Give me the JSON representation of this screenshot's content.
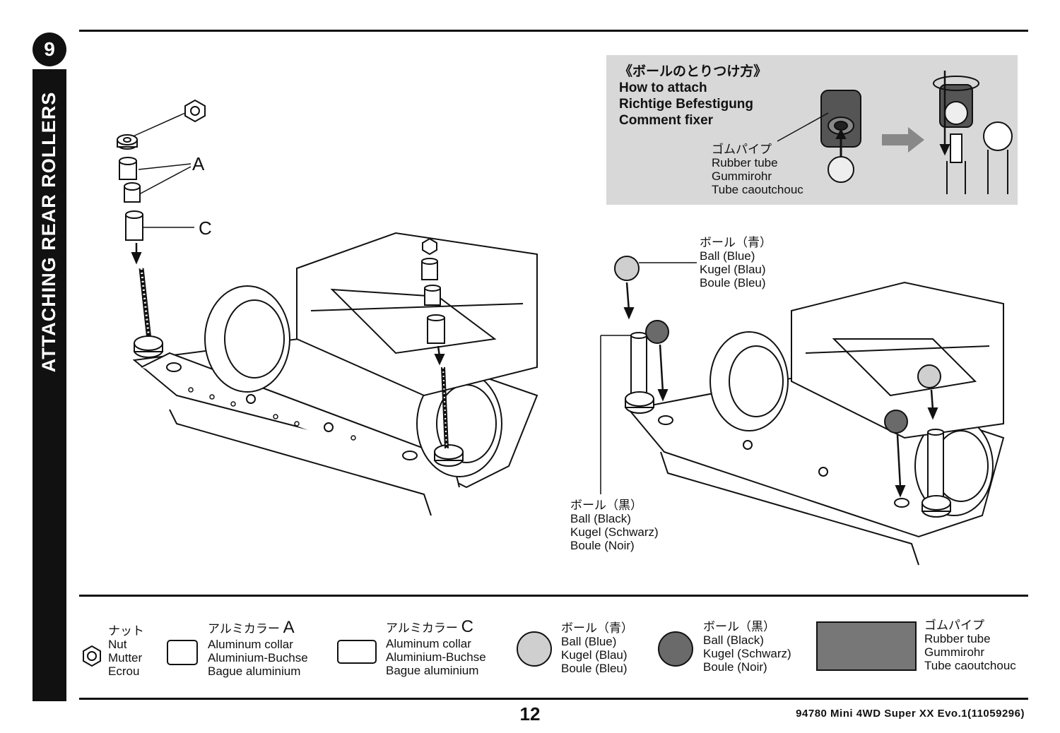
{
  "step": {
    "number": "9",
    "title": "ATTACHING REAR ROLLERS"
  },
  "ball_howto": {
    "title_jp": "《ボールのとりつけ方》",
    "title_en": "How to attach",
    "title_de": "Richtige Befestigung",
    "title_fr": "Comment fixer",
    "tube_jp": "ゴムパイプ",
    "tube_en": "Rubber tube",
    "tube_de": "Gummirohr",
    "tube_fr": "Tube caoutchouc"
  },
  "left_diagram": {
    "label_a": "A",
    "label_c": "C"
  },
  "right_diagram": {
    "blue_jp": "ボール（青）",
    "blue_en": "Ball (Blue)",
    "blue_de": "Kugel (Blau)",
    "blue_fr": "Boule (Bleu)",
    "black_jp": "ボール（黒）",
    "black_en": "Ball (Black)",
    "black_de": "Kugel (Schwarz)",
    "black_fr": "Boule (Noir)"
  },
  "legend": {
    "nut": {
      "jp": "ナット",
      "en": "Nut",
      "de": "Mutter",
      "fr": "Ecrou"
    },
    "collar_a": {
      "jp": "アルミカラー",
      "letter": "A",
      "en": "Aluminum collar",
      "de": "Aluminium-Buchse",
      "fr": "Bague aluminium"
    },
    "collar_c": {
      "jp": "アルミカラー",
      "letter": "C",
      "en": "Aluminum collar",
      "de": "Aluminium-Buchse",
      "fr": "Bague aluminium"
    },
    "ball_blue": {
      "jp": "ボール（青）",
      "en": "Ball (Blue)",
      "de": "Kugel (Blau)",
      "fr": "Boule (Bleu)"
    },
    "ball_black": {
      "jp": "ボール（黒）",
      "en": "Ball (Black)",
      "de": "Kugel (Schwarz)",
      "fr": "Boule (Noir)"
    },
    "tube": {
      "jp": "ゴムパイプ",
      "en": "Rubber tube",
      "de": "Gummirohr",
      "fr": "Tube caoutchouc"
    }
  },
  "footer": {
    "page_number": "12",
    "model": "94780  Mini  4WD  Super  XX  Evo.1(11059296)"
  },
  "colors": {
    "ball_blue": "#cfcfcf",
    "ball_black": "#6a6a6a",
    "tube": "#777777",
    "box_bg": "#d8d8d8"
  }
}
